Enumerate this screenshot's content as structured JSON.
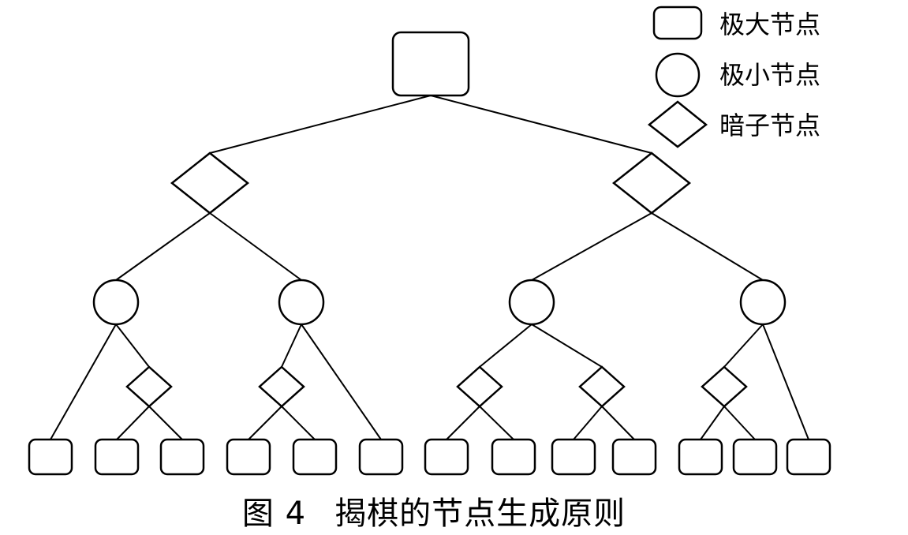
{
  "legend": {
    "max_label": "极大节点",
    "min_label": "极小节点",
    "dark_label": "暗子节点"
  },
  "caption": {
    "number": "图 4",
    "title": "揭棋的节点生成原则"
  },
  "tree": {
    "root": {
      "type": "max",
      "children": [
        "d1",
        "d2"
      ]
    },
    "d1": {
      "type": "dark",
      "children": [
        "n1",
        "n2"
      ]
    },
    "d2": {
      "type": "dark",
      "children": [
        "n3",
        "n4"
      ]
    },
    "n1": {
      "type": "min",
      "children": [
        "l1",
        "d3"
      ]
    },
    "n2": {
      "type": "min",
      "children": [
        "d4",
        "l6"
      ]
    },
    "n3": {
      "type": "min",
      "children": [
        "d5",
        "d6"
      ]
    },
    "n4": {
      "type": "min",
      "children": [
        "d7",
        "l13"
      ]
    },
    "d3": {
      "type": "dark",
      "children": [
        "l2",
        "l3"
      ]
    },
    "d4": {
      "type": "dark",
      "children": [
        "l4",
        "l5"
      ]
    },
    "d5": {
      "type": "dark",
      "children": [
        "l7",
        "l8"
      ]
    },
    "d6": {
      "type": "dark",
      "children": [
        "l9",
        "l10"
      ]
    },
    "d7": {
      "type": "dark",
      "children": [
        "l11",
        "l12"
      ]
    }
  }
}
